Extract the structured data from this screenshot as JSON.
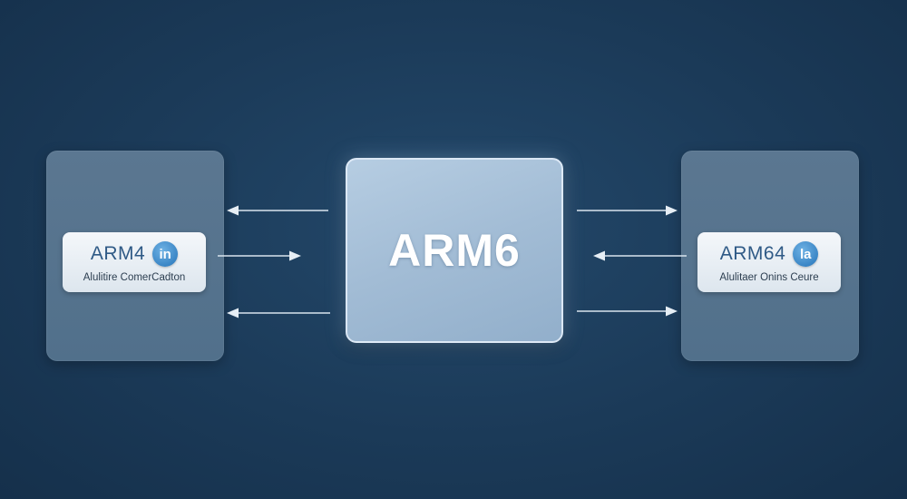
{
  "center": {
    "title": "ARM6"
  },
  "left_node": {
    "title": "ARM4",
    "badge": "in",
    "subtitle": "Alulitire ComerCadton"
  },
  "right_node": {
    "title": "ARM64",
    "badge": "la",
    "subtitle": "Alulitaer Onins Ceure"
  },
  "colors": {
    "background": "#1b3a58",
    "side_panel": "#56738e",
    "center_block": "#a5bfd7",
    "badge": "#3a86c6",
    "node_title": "#2f5a86",
    "arrow": "#d9e4ee"
  },
  "icons": {
    "left_badge": "circle-badge-icon",
    "right_badge": "circle-badge-icon"
  }
}
